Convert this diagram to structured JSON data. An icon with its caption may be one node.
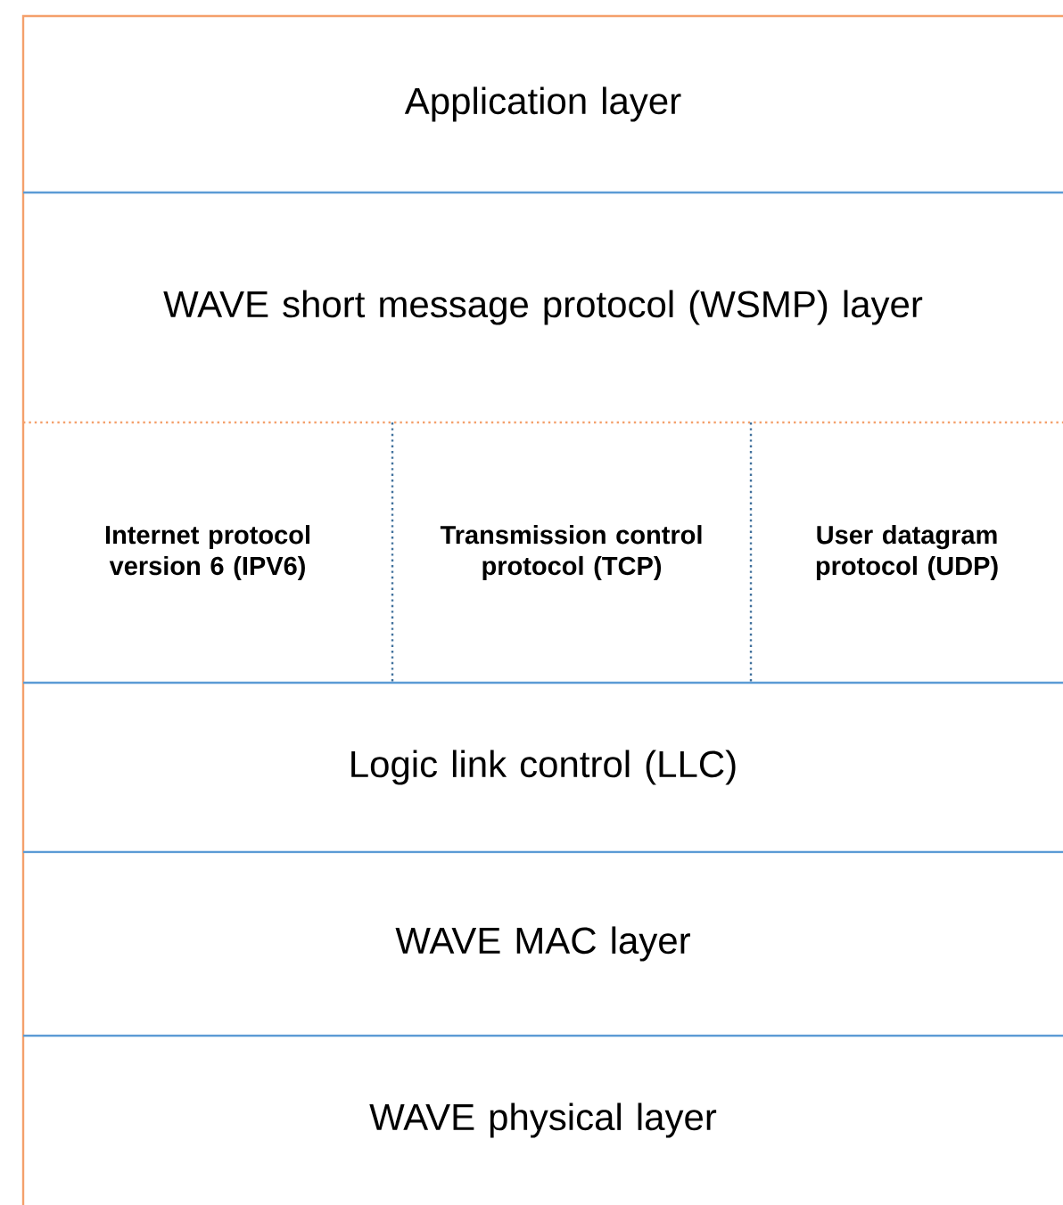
{
  "diagram": {
    "nodes": [
      {
        "text": [
          "Application layer"
        ]
      },
      {
        "text": [
          "WAVE short message protocol (WSMP) layer"
        ]
      },
      {
        "text": [
          "Internet protocol version 6 (IPV6)"
        ]
      },
      {
        "text": [
          "Transmission control protocol (TCP)"
        ]
      },
      {
        "text": [
          "User datagram protocol (UDP)"
        ]
      },
      {
        "text": [
          "Logic link control (LLC)"
        ]
      },
      {
        "text": [
          "WAVE MAC layer"
        ]
      },
      {
        "text": [
          "WAVE physical layer"
        ]
      }
    ]
  }
}
